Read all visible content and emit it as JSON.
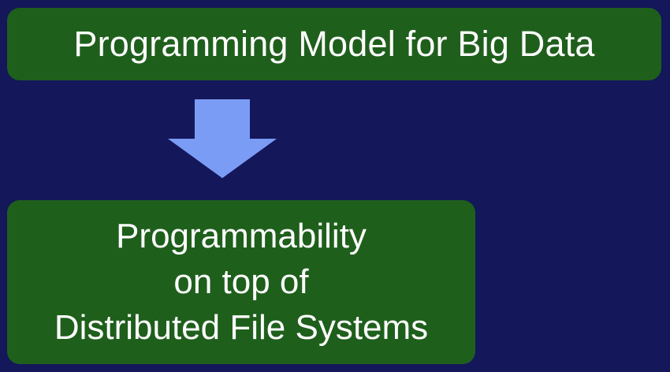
{
  "top_box": {
    "label": "Programming Model for Big Data"
  },
  "bottom_box": {
    "lines": [
      "Programmability",
      "on top of",
      "Distributed File Systems"
    ]
  },
  "arrow": {
    "icon": "down-arrow-icon",
    "color": "#7b9cf5"
  },
  "colors": {
    "background": "#14175a",
    "box_fill": "#1f5f1c",
    "text": "#ffffff"
  }
}
